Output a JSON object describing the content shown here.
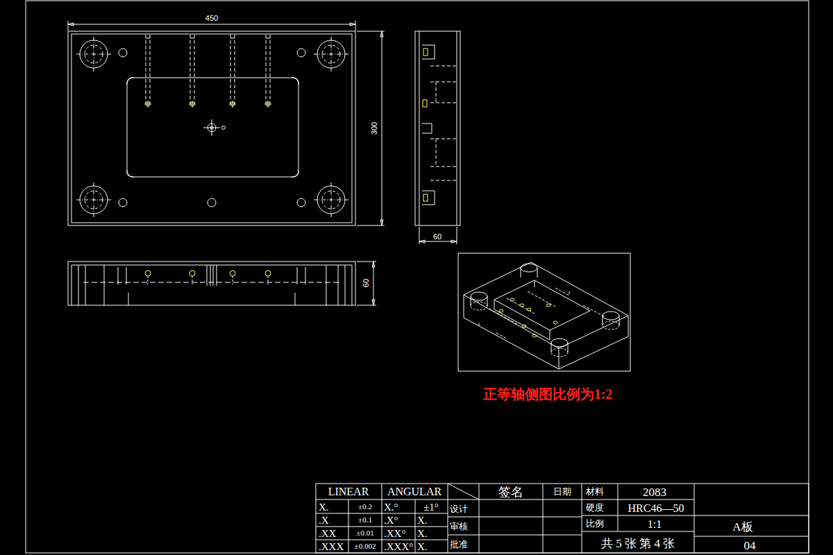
{
  "diagram": {
    "labels": [
      "450",
      "300",
      "60",
      "60",
      "正等轴侧图比例为1:2",
      "LINEAR",
      "ANGULAR",
      "X.",
      "±0.2",
      "X.°",
      "±1°",
      "设计",
      ".X",
      "±0.1",
      ".X°",
      "X.",
      "审核",
      ".XX",
      "±0.01",
      ".XX°",
      "X.",
      "批准",
      ".XXX",
      "±0.002",
      ".XXX°",
      "X.",
      "签名",
      "日期",
      "材料",
      "2083",
      "硬度",
      "HRC46—50",
      "比例",
      "1:1",
      "A板",
      "共 5 张 第 4 张",
      "04"
    ]
  }
}
